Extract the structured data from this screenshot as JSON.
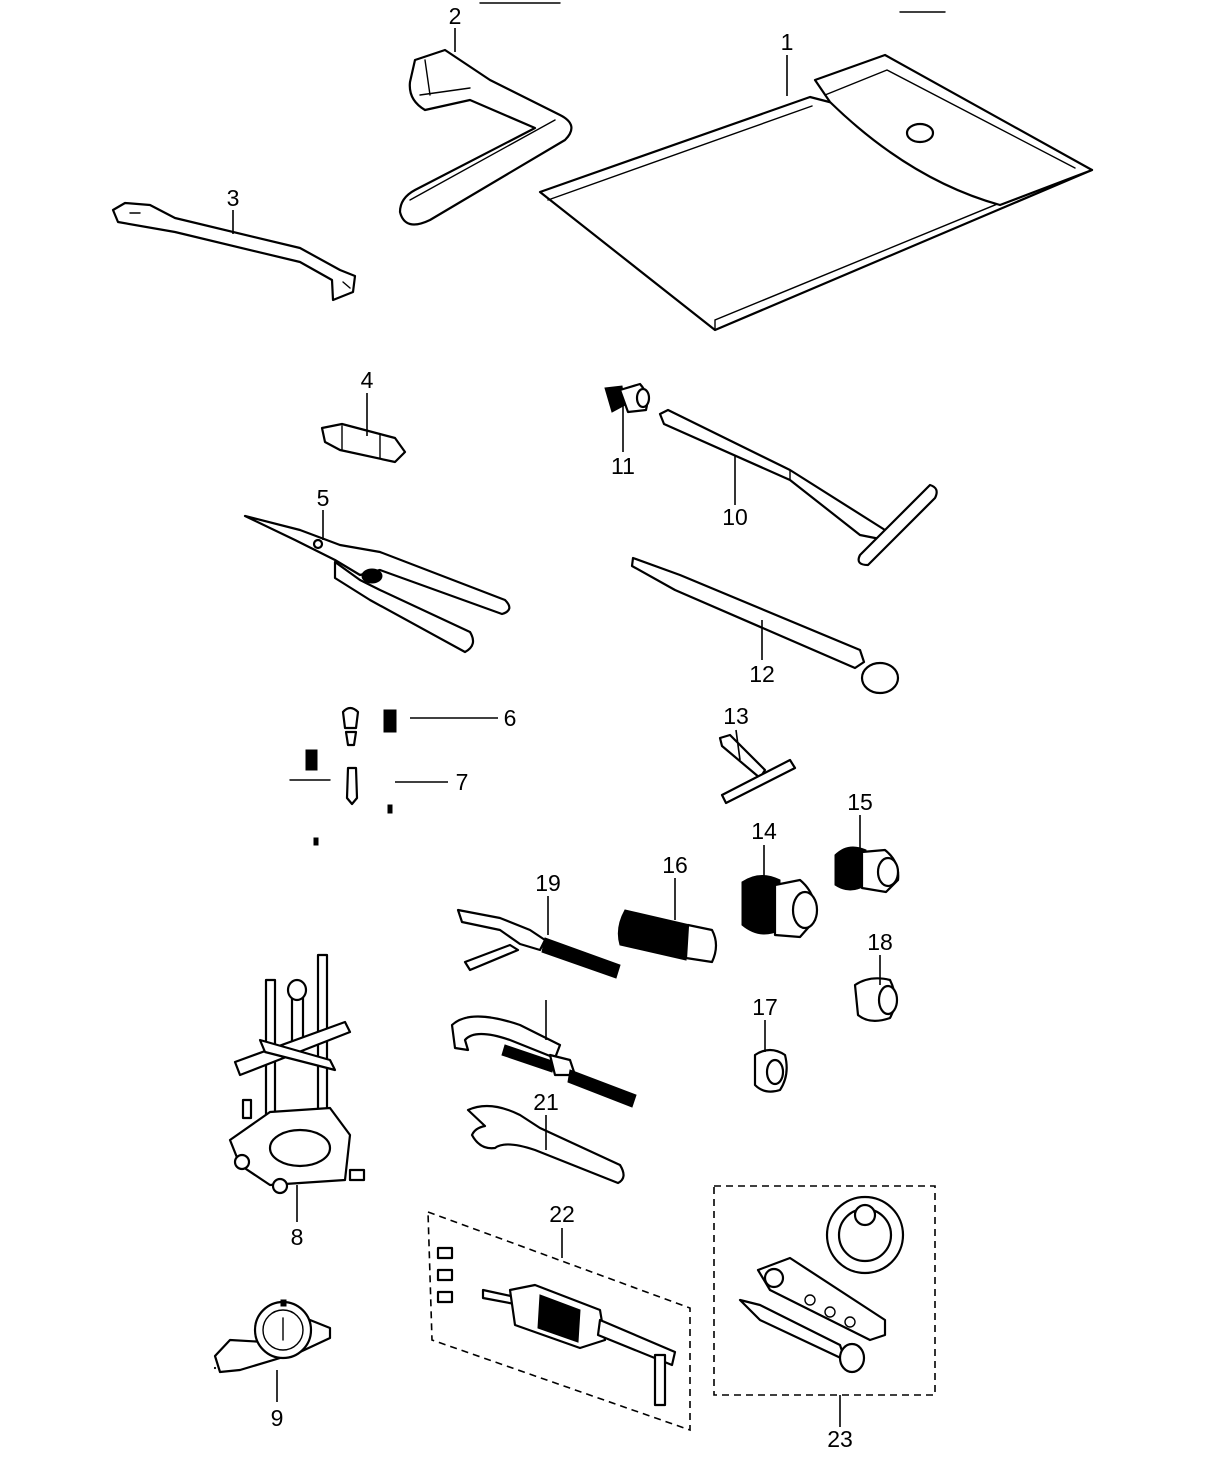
{
  "figure": {
    "callouts": [
      {
        "id": "1",
        "label": "1"
      },
      {
        "id": "2",
        "label": "2"
      },
      {
        "id": "3",
        "label": "3"
      },
      {
        "id": "4",
        "label": "4"
      },
      {
        "id": "5",
        "label": "5"
      },
      {
        "id": "6",
        "label": "6"
      },
      {
        "id": "7",
        "label": "7"
      },
      {
        "id": "8",
        "label": "8"
      },
      {
        "id": "9",
        "label": "9"
      },
      {
        "id": "10",
        "label": "10"
      },
      {
        "id": "11",
        "label": "11"
      },
      {
        "id": "12",
        "label": "12"
      },
      {
        "id": "13",
        "label": "13"
      },
      {
        "id": "14",
        "label": "14"
      },
      {
        "id": "15",
        "label": "15"
      },
      {
        "id": "16",
        "label": "16"
      },
      {
        "id": "17",
        "label": "17"
      },
      {
        "id": "18",
        "label": "18"
      },
      {
        "id": "19",
        "label": "19"
      },
      {
        "id": "21",
        "label": "21"
      },
      {
        "id": "22",
        "label": "22"
      },
      {
        "id": "23",
        "label": "23"
      }
    ]
  }
}
